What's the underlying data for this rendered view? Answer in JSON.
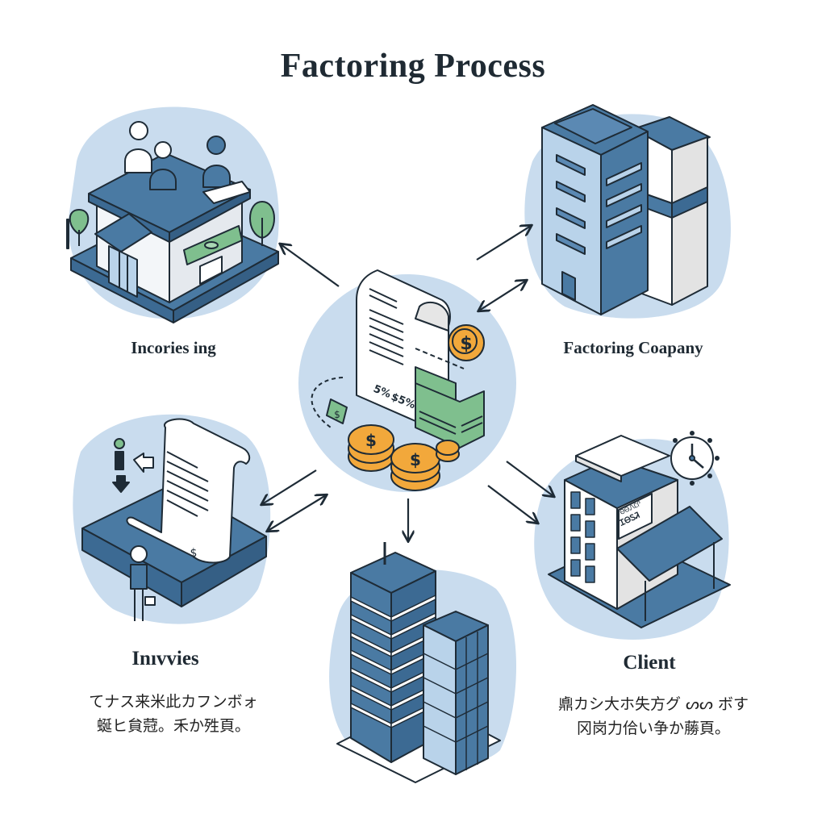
{
  "title": "Factoring Process",
  "nodes": {
    "top_left": {
      "label": "Incories ing",
      "icon": "storefront-building-icon"
    },
    "top_right": {
      "label": "Factoring Coapany",
      "icon": "office-towers-icon"
    },
    "center": {
      "icon": "invoice-money-coins-icon",
      "invoice_marks": [
        "5%",
        "$5%"
      ]
    },
    "bottom_left": {
      "label": "Inıvvies",
      "icon": "invoice-scroll-icon",
      "description": [
        "てナス来米此カフンボォ",
        "蜒ヒ貟蒄。禾か殅頁。"
      ]
    },
    "bottom_center": {
      "icon": "corporate-towers-icon"
    },
    "bottom_right": {
      "label": "Client",
      "icon": "client-building-clock-icon",
      "sign_text": [
        "ᎾᎾᏁᏝᎵ",
        "ᏆᎾᏚᏘ"
      ],
      "description": [
        "鼑カシ大ホ失方グ ᔕᔕ ボす",
        "冈岗力佮い争か蕂頁。"
      ]
    }
  },
  "colors": {
    "blob": "#c9dcee",
    "navy": "#4a7aa3",
    "light_blue": "#b9d3ea",
    "outline": "#1e2b36",
    "money_green": "#7fbf8e",
    "coin_gold": "#f2a83b",
    "tree_green": "#7fbf8e"
  }
}
